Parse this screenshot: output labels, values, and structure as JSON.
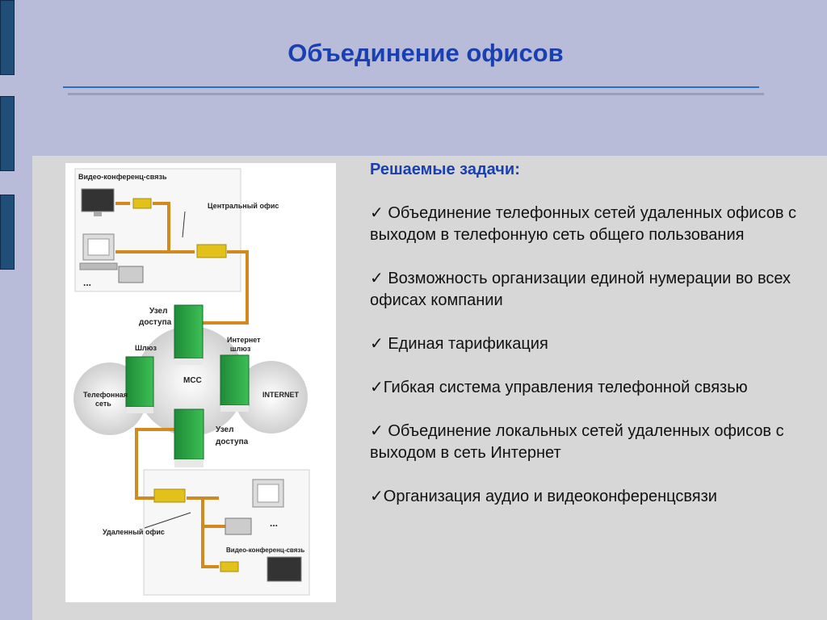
{
  "title": "Объединение офисов",
  "tasks": {
    "heading": "Решаемые задачи:",
    "items": [
      "✓  Объединение телефонных сетей удаленных офисов с выходом в телефонную сеть общего пользования",
      "✓ Возможность организации единой нумерации во всех офисах компании",
      "✓ Единая тарификация",
      "✓Гибкая система управления телефонной связью",
      "✓ Объединение локальных сетей удаленных офисов с выходом в сеть Интернет",
      "✓Организация аудио и видеоконференцсвязи"
    ]
  },
  "diagram": {
    "central_office": {
      "video_label": "Видео-конференц-связь",
      "label": "Центральный офис",
      "ellipsis": "..."
    },
    "access_node_top": [
      "Узел",
      "доступа"
    ],
    "access_node_bottom": [
      "Узел",
      "доступа"
    ],
    "gateway": "Шлюз",
    "internet_gateway": [
      "Интернет",
      "шлюз"
    ],
    "msc": "МСС",
    "phone_network": [
      "Телефонная",
      "сеть"
    ],
    "internet": "INTERNET",
    "remote_office": {
      "label": "Удаленный офис",
      "video_label": "Видео-конференц-связь",
      "ellipsis": "..."
    }
  },
  "colors": {
    "title": "#1a3fb0",
    "cable": "#d08a1e",
    "server": "#2ea043",
    "device": "#e2c21a",
    "background": "#b8bcd8",
    "panel": "#d7d7d7"
  }
}
